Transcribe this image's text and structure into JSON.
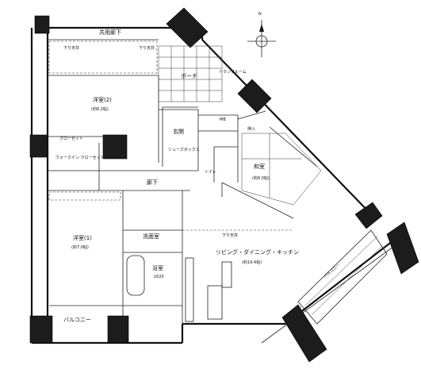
{
  "plan": {
    "compass": "N",
    "corridor_public": "共用廊下",
    "hallway": "廊下",
    "porch": "ポーチ",
    "trunk_room": "トランクルーム",
    "mb": "MB",
    "entrance": "玄関",
    "closet_shoes": "シューズボックス",
    "toilet": "トイレ",
    "closet": "クローゼット",
    "walk_in_closet": "ウォークイン クローゼット",
    "oshiire": "押入",
    "washroom": "洗面室",
    "bath": "浴室",
    "bath_size": "1620",
    "ceiling_drop": "下り天井",
    "rooms": {
      "western2": {
        "name": "洋室(2)",
        "size": "(約6.2帖)"
      },
      "western1": {
        "name": "洋室(1)",
        "size": "(約7.0帖)"
      },
      "japanese": {
        "name": "和室",
        "size": "(約6.0帖)"
      },
      "ldk": {
        "name": "リビング・ダイニング・キッチン",
        "size": "(約19.4帖)"
      }
    },
    "balcony": "バルコニー",
    "balcony_right": "バルコニー"
  }
}
